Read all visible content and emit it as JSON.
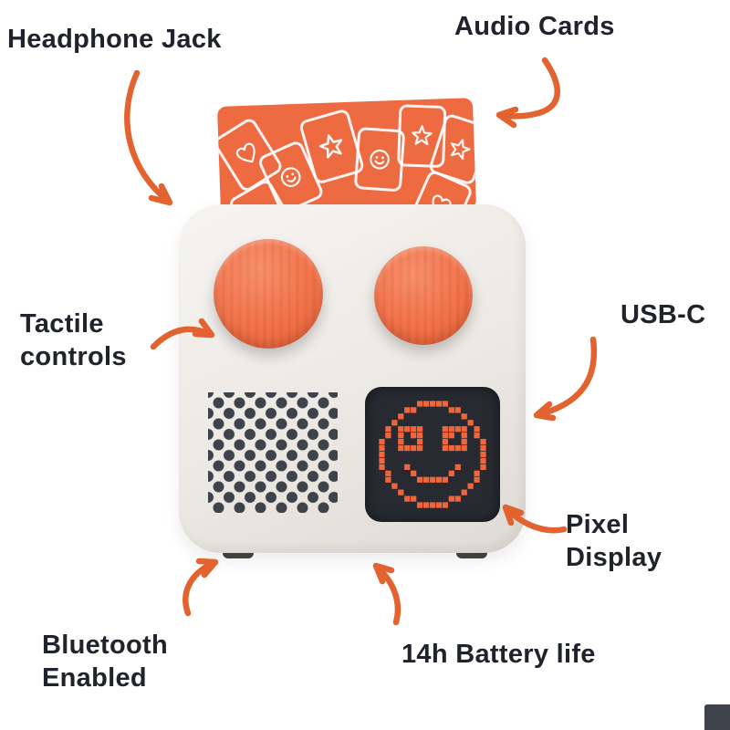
{
  "colors": {
    "background": "#FFFFFF",
    "text": "#20232B",
    "accent_orange": "#EE6A41",
    "arrow_orange": "#E2632F",
    "device_body": "#ECE9E4",
    "knob_orange": "#F4764E",
    "display_background": "#272B31",
    "pixel_orange": "#F0653B",
    "speaker_dot": "#3E434B"
  },
  "labels": {
    "headphone_jack": "Headphone Jack",
    "audio_cards": "Audio Cards",
    "tactile_controls": "Tactile controls",
    "usb_c": "USB-C",
    "pixel_display": "Pixel Display",
    "bluetooth": "Bluetooth Enabled",
    "battery": "14h Battery life"
  },
  "device": {
    "card_icons": [
      "heart",
      "smiley",
      "star",
      "smiley",
      "star",
      "star",
      "smiley",
      "heart"
    ],
    "pixel_face": [
      "......#####......",
      "....##.....##....",
      "...#.........#...",
      "..#...........#..",
      ".#.####...####.#.",
      ".#.#.##...##.#.#.",
      "#..#..#...#..#..#",
      "#..####...####..#",
      "#...............#",
      "#...............#",
      "#...#.......#...#",
      ".#...#.....#...#.",
      ".#....#####....#.",
      "..#...........#..",
      "...#.........#...",
      "....##.....##....",
      "......#####......"
    ]
  }
}
